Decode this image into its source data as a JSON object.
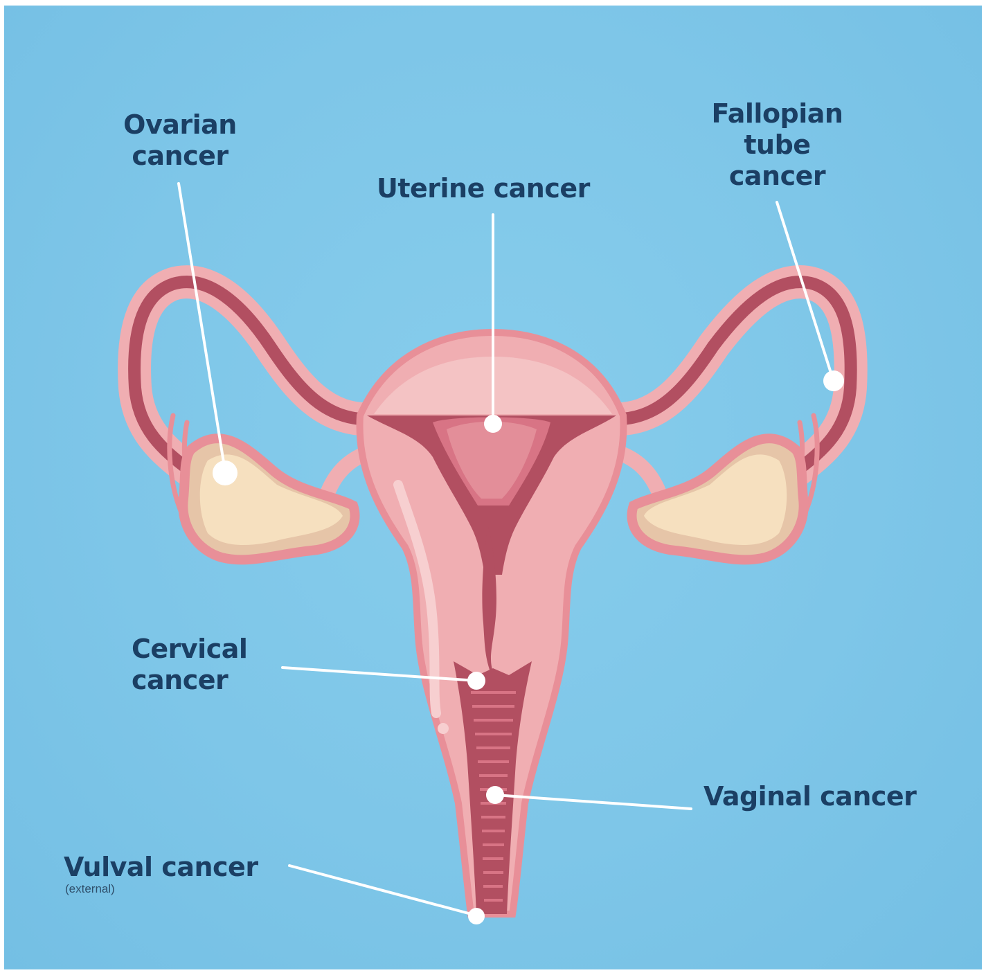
{
  "labels": {
    "ovarian": [
      "Ovarian",
      "cancer"
    ],
    "fallopian": [
      "Fallopian",
      "tube",
      "cancer"
    ],
    "uterine": "Uterine cancer",
    "cervical": [
      "Cervical",
      "cancer"
    ],
    "vaginal": "Vaginal cancer",
    "vulval": "Vulval cancer",
    "vulval_note": "(external)"
  },
  "colors": {
    "background": "#7ec6e8",
    "label_text": "#1b3f64",
    "tissue_light": "#f0aeb2",
    "tissue_mid": "#e88f98",
    "tissue_dark": "#b24f61",
    "ovary": "#f6e0bf",
    "pointer": "#ffffff"
  }
}
